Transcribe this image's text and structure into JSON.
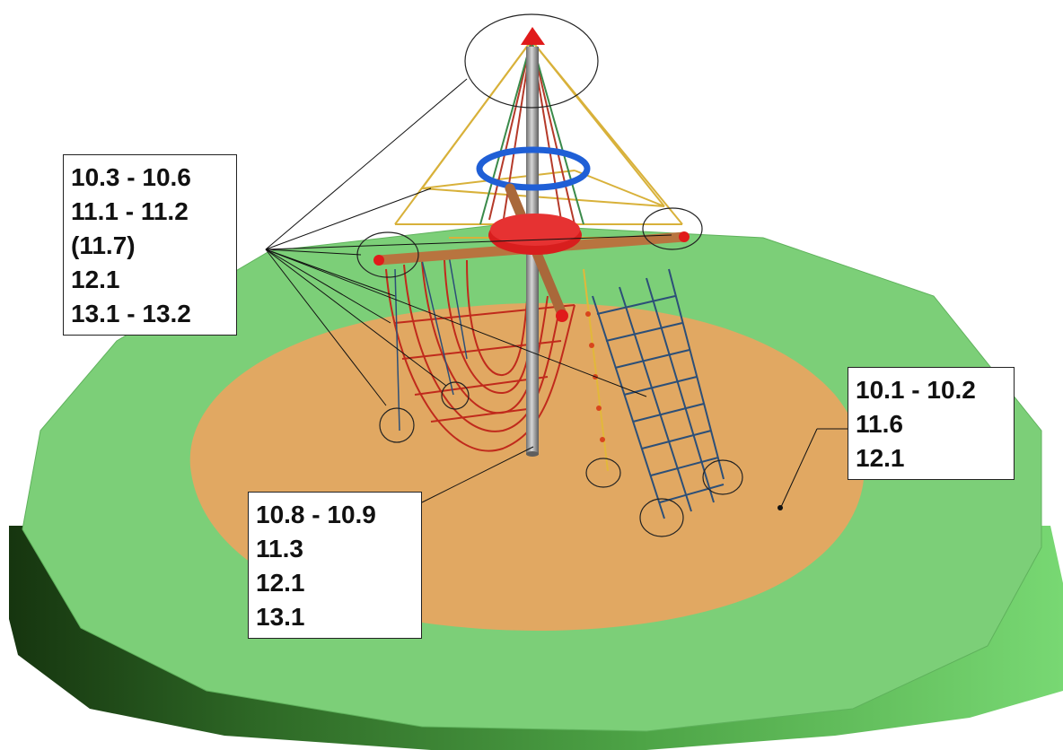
{
  "labels": {
    "top_left": [
      "10.3 - 10.6",
      "11.1 - 11.2",
      "(11.7)",
      "12.1",
      "13.1 - 13.2"
    ],
    "bottom": [
      "10.8 - 10.9",
      "11.3",
      "12.1",
      "13.1"
    ],
    "right": [
      "10.1 - 10.2",
      "11.6",
      "12.1"
    ]
  },
  "colors": {
    "grass_top": "#7ed07a",
    "grass_side_dark": "#1f4a1a",
    "grass_side_light": "#6fcf6a",
    "sand": "#e2a962",
    "pole": "#9a9a9a",
    "ring": "#1f5fd6",
    "platform": "#d92020",
    "beam": "#b8743f",
    "net_red": "#c0281c",
    "net_blue": "#2a4f7a",
    "rope_yellow": "#e2b83a"
  }
}
